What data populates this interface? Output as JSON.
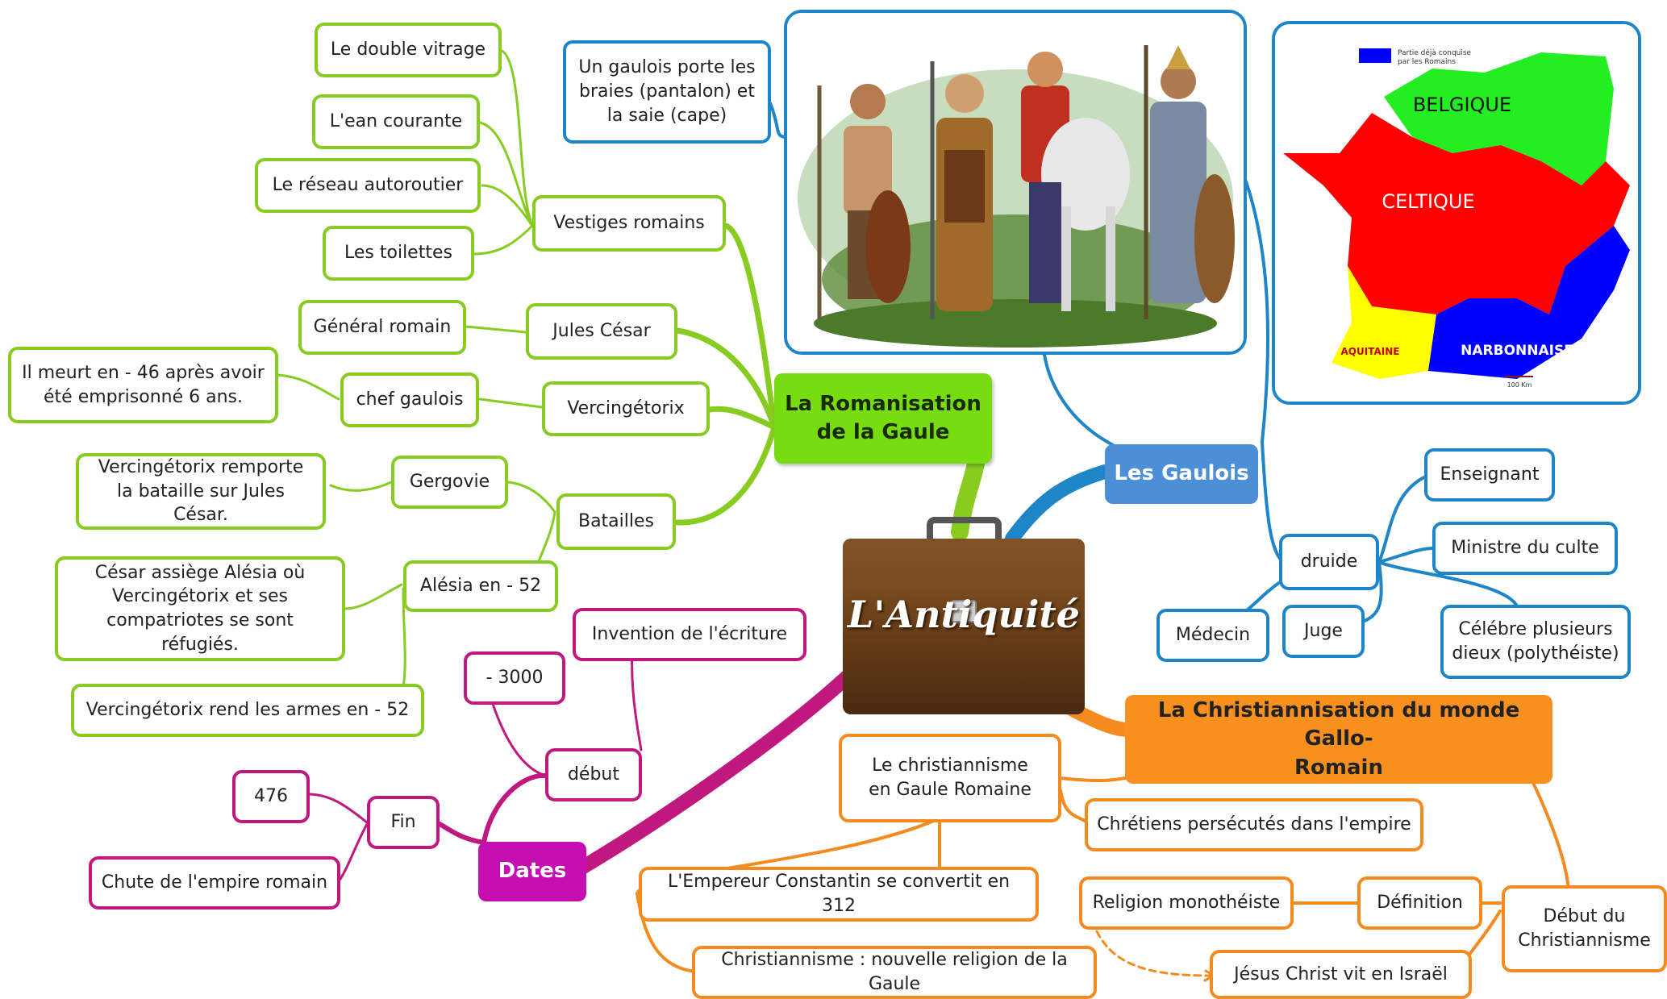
{
  "center": {
    "title": "L'Antiquité"
  },
  "branches": {
    "romanisation": {
      "title": "La Romanisation\nde la Gaule",
      "vestiges": {
        "label": "Vestiges romains",
        "items": [
          "Le double vitrage",
          "L'ean courante",
          "Le réseau autoroutier",
          "Les toilettes"
        ]
      },
      "cesar": {
        "label": "Jules César",
        "detail": "Général romain"
      },
      "vercingetorix": {
        "label": "Vercingétorix",
        "detail": "chef gaulois",
        "note": "Il meurt en - 46 après avoir\nété emprisonné 6 ans."
      },
      "batailles": {
        "label": "Batailles",
        "gergovie": {
          "label": "Gergovie",
          "note": "Vercingétorix remporte\nla bataille sur Jules César."
        },
        "alesia": {
          "label": "Alésia en - 52",
          "note": "César assiège Alésia où\nVercingétorix et ses\ncompatriotes se sont réfugiés.",
          "note2": "Vercingétorix rend les armes en - 52"
        }
      }
    },
    "gaulois": {
      "title": "Les Gaulois",
      "costume_note": "Un gaulois porte les\nbraies (pantalon) et\nla saie (cape)",
      "map": {
        "legend": "Partie déjà conquise\npar les Romains",
        "regions": [
          "BELGIQUE",
          "CELTIQUE",
          "AQUITAINE",
          "NARBONNAISE"
        ],
        "scale": "100 Km",
        "colors": {
          "belgique": "#22ee22",
          "celtique": "#ff0000",
          "aquitaine": "#ffff00",
          "narbonnaise": "#0000ff"
        }
      },
      "druide": {
        "label": "druide",
        "roles": [
          "Enseignant",
          "Ministre du culte",
          "Célébre plusieurs\ndieux (polythéiste)",
          "Juge",
          "Médecin"
        ]
      }
    },
    "christianisation": {
      "title": "La Christiannisation du monde Gallo-\nRomain",
      "gaule": {
        "label": "Le christiannisme\nen Gaule Romaine",
        "items": [
          "Chrétiens persécutés dans l'empire",
          "L'Empereur Constantin se convertit en 312",
          "Christiannisme : nouvelle religion de la Gaule"
        ]
      },
      "debut": {
        "label": "Début du\nChristiannisme",
        "definition": "Définition",
        "religion": "Religion monothéiste",
        "jesus": "Jésus Christ vit en Israël"
      }
    },
    "dates": {
      "title": "Dates",
      "debut": {
        "label": "début",
        "items": [
          "- 3000",
          "Invention de l'écriture"
        ]
      },
      "fin": {
        "label": "Fin",
        "items": [
          "476",
          "Chute de l'empire romain"
        ]
      }
    }
  }
}
